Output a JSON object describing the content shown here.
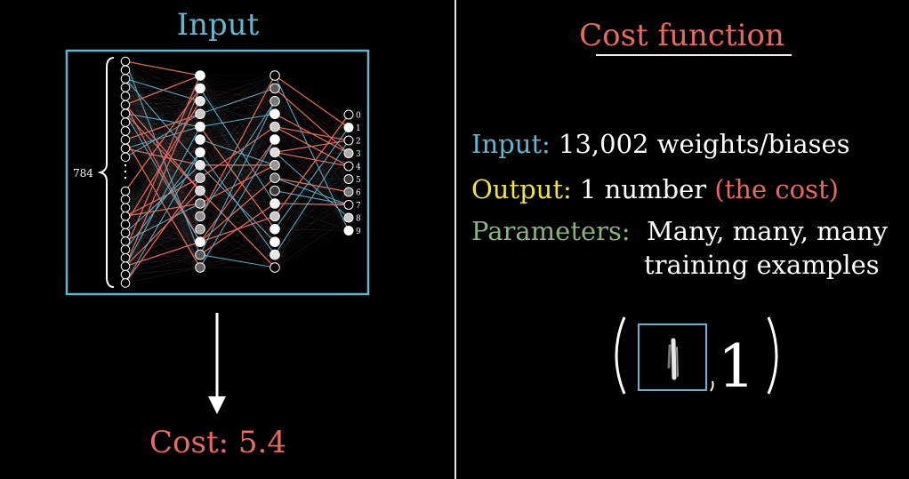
{
  "left_panel": {
    "title": "Input",
    "input_count_label": "784",
    "cost_label": "Cost: 5.4",
    "output_digits": [
      "0",
      "1",
      "2",
      "3",
      "4",
      "5",
      "6",
      "7",
      "8",
      "9"
    ]
  },
  "right_panel": {
    "title": "Cost function",
    "input_label": "Input:",
    "input_value": "13,002 weights/biases",
    "output_label": "Output:",
    "output_value": "1 number",
    "output_note": "(the cost)",
    "parameters_label": "Parameters:",
    "parameters_line1": "Many, many, many",
    "parameters_line2": "training examples",
    "example_label": "1"
  },
  "colors": {
    "input": "#5fb8cf",
    "output": "#f0e436",
    "parameters": "#86b57a",
    "cost": "#e86a5e",
    "positive_weight": "#5fb8cf",
    "negative_weight": "#e86a5e"
  }
}
